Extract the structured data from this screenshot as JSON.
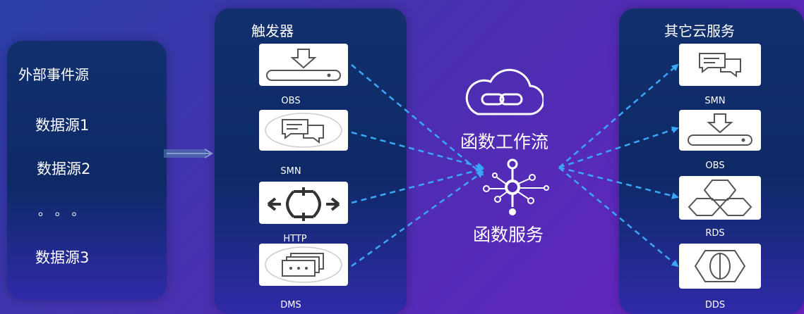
{
  "sources": {
    "title": "外部事件源",
    "items": [
      "数据源1",
      "数据源2",
      "。 。 。",
      "数据源3"
    ]
  },
  "triggers": {
    "title": "触发器",
    "items": [
      {
        "label": "OBS",
        "icon": "download-bar-icon"
      },
      {
        "label": "SMN",
        "icon": "message-icon"
      },
      {
        "label": "HTTP",
        "icon": "http-icon"
      },
      {
        "label": "DMS",
        "icon": "queue-icon"
      }
    ]
  },
  "center": {
    "workflow_label": "函数工作流",
    "service_label": "函数服务",
    "icons": [
      "cloud-link-icon",
      "function-network-icon"
    ]
  },
  "services": {
    "title": "其它云服务",
    "items": [
      {
        "label": "SMN",
        "icon": "message-icon"
      },
      {
        "label": "OBS",
        "icon": "download-bar-icon"
      },
      {
        "label": "RDS",
        "icon": "hexagon-cluster-icon"
      },
      {
        "label": "DDS",
        "icon": "database-hex-icon"
      }
    ]
  },
  "colors": {
    "arrow": "#3aa6f5",
    "panel": "#12306e",
    "background": "#4a2fb0"
  }
}
